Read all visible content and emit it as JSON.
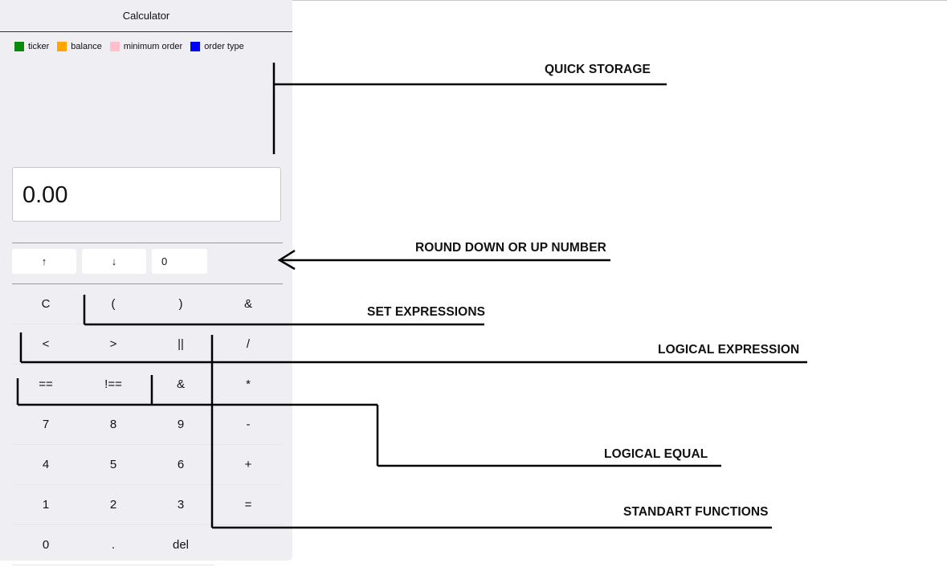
{
  "app": {
    "title": "Calculator"
  },
  "legend": [
    {
      "label": "ticker",
      "color": "#0a8a0a"
    },
    {
      "label": "balance",
      "color": "#ffa500"
    },
    {
      "label": "minimum order",
      "color": "#ffc0cb"
    },
    {
      "label": "order type",
      "color": "#0000ff"
    }
  ],
  "display": {
    "value": "0.00"
  },
  "rounding": {
    "up_icon": "arrow-up-icon",
    "up_label": "↑",
    "down_icon": "arrow-down-icon",
    "down_label": "↓",
    "digits_value": "0"
  },
  "keypad": [
    [
      "C",
      "(",
      ")",
      "&"
    ],
    [
      "<",
      ">",
      "||",
      "/"
    ],
    [
      "==",
      "!==",
      "&",
      "*"
    ],
    [
      "7",
      "8",
      "9",
      "-"
    ],
    [
      "4",
      "5",
      "6",
      "+"
    ],
    [
      "1",
      "2",
      "3",
      "="
    ],
    [
      "0",
      ".",
      "del"
    ]
  ],
  "annotations": {
    "quick_storage": "QUICK STORAGE",
    "round": "ROUND DOWN OR UP NUMBER",
    "set_expressions": "SET EXPRESSIONS",
    "logical_expression": "LOGICAL EXPRESSION",
    "logical_equal": "LOGICAL EQUAL",
    "standart_functions": "STANDART FUNCTIONS"
  }
}
